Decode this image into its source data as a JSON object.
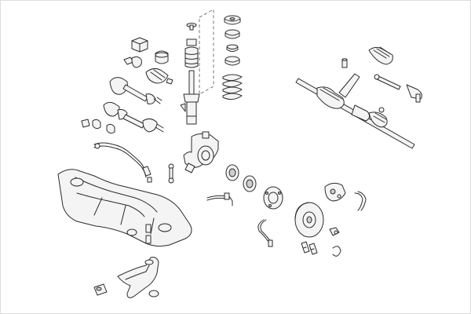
{
  "diagram": {
    "kind": "exploded-parts-diagram",
    "subject": "front-axle-suspension-steering",
    "colors": {
      "background": "#ffffff",
      "line": "#2b2b2b",
      "fill": "#f4f4f4",
      "shade": "#cfcfcf"
    },
    "parts": [
      "stabilizer-bushings",
      "drive-shaft-boot-kit",
      "cv-joint",
      "drive-shaft-upper",
      "drive-shaft-lower",
      "strut-boot",
      "shock-absorber",
      "top-mount",
      "coil-spring",
      "steering-rack",
      "tie-rod-end",
      "tie-rod-boot",
      "stabilizer-bar",
      "stabilizer-link",
      "steering-knuckle",
      "wheel-bearing",
      "wheel-hub",
      "brake-disc",
      "brake-caliper",
      "brake-pads",
      "abs-sensor",
      "brake-hose",
      "subframe",
      "control-arm",
      "control-arm-bushing"
    ]
  }
}
